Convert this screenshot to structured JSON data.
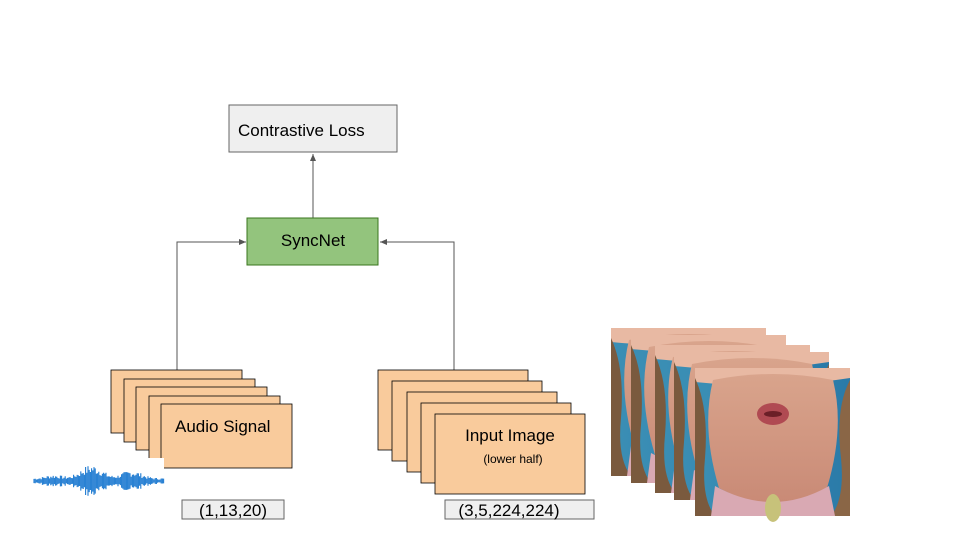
{
  "nodes": {
    "loss": {
      "label": "Contrastive Loss",
      "fill": "#efefef",
      "stroke": "#666666"
    },
    "syncnet": {
      "label": "SyncNet",
      "fill": "#93c47d",
      "stroke": "#38761d"
    },
    "audio": {
      "label": "Audio Signal",
      "fill": "#f9cb9c",
      "stroke": "#000000"
    },
    "image": {
      "label": "Input Image",
      "sublabel": "(lower half)",
      "fill": "#f9cb9c",
      "stroke": "#000000"
    }
  },
  "shapes": {
    "audio_shape": "(1,13,20)",
    "image_shape": "(3,5,224,224)"
  },
  "icons": {
    "waveform": "audio-waveform-icon",
    "frames": "video-frame-stack"
  },
  "colors": {
    "waveform": "#1f7bd1",
    "arrow": "#555555",
    "shape_box_fill": "#efefef",
    "shape_box_stroke": "#666666"
  }
}
